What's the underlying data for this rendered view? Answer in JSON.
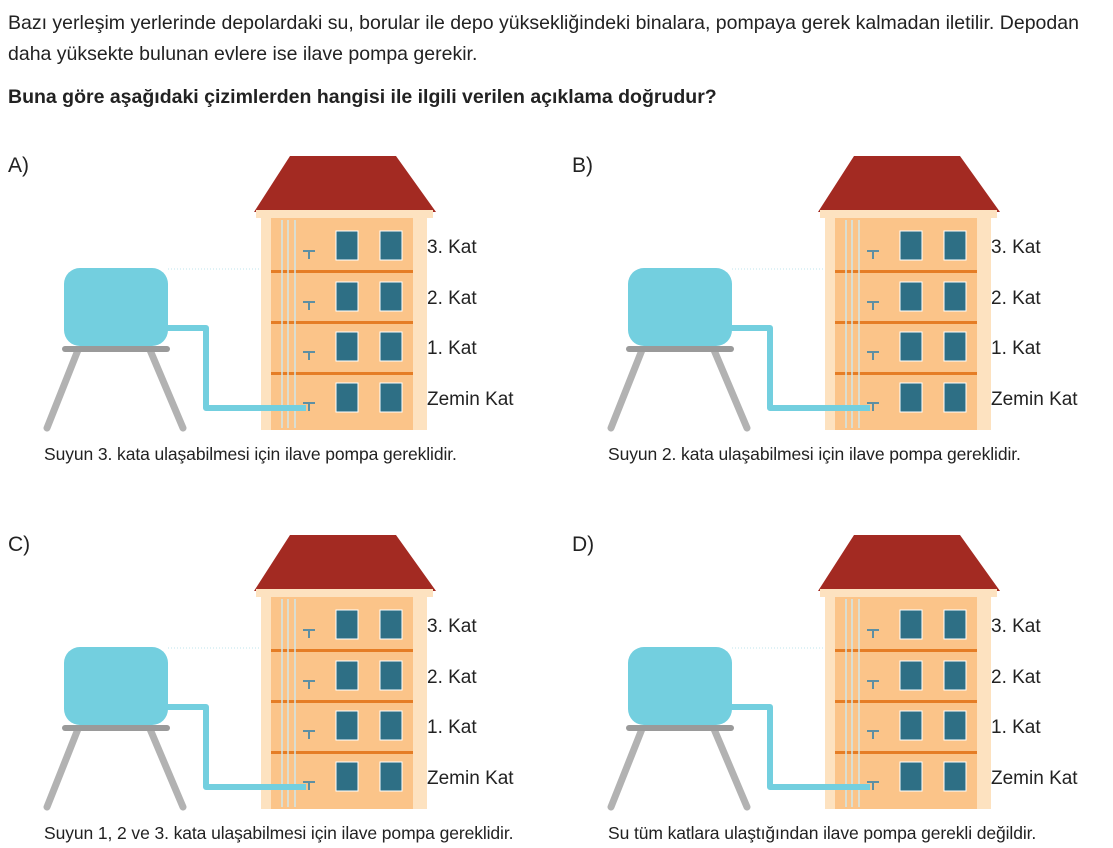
{
  "intro_text": "Bazı yerleşim yerlerinde depolardaki su, borular ile depo yüksekliğindeki binalara, pompaya gerek kalmadan iletilir. Depodan daha yüksekte bulunan evlere ise ilave pompa gerekir.",
  "question": "Buna göre aşağıdaki çizimlerden hangisi ile ilgili verilen açıklama doğrudur?",
  "floor_labels": [
    "3. Kat",
    "2. Kat",
    "1. Kat",
    "Zemin Kat"
  ],
  "colors": {
    "roof": "#a32a22",
    "wall": "#fbc489",
    "wall_edge": "#fde2c0",
    "floor_line": "#e57d25",
    "window": "#2e6f85",
    "tank": "#73cfdf",
    "pipe": "#73cfdf",
    "stand": "#b2b2b2"
  },
  "options": [
    {
      "letter": "A)",
      "caption": "Suyun 3. kata ulaşabilmesi için ilave pompa gereklidir."
    },
    {
      "letter": "B)",
      "caption": "Suyun 2. kata ulaşabilmesi için ilave pompa gereklidir."
    },
    {
      "letter": "C)",
      "caption": "Suyun 1, 2 ve 3. kata ulaşabilmesi için ilave pompa gereklidir."
    },
    {
      "letter": "D)",
      "caption": "Su tüm katlara ulaştığından ilave pompa gerekli değildir."
    }
  ]
}
